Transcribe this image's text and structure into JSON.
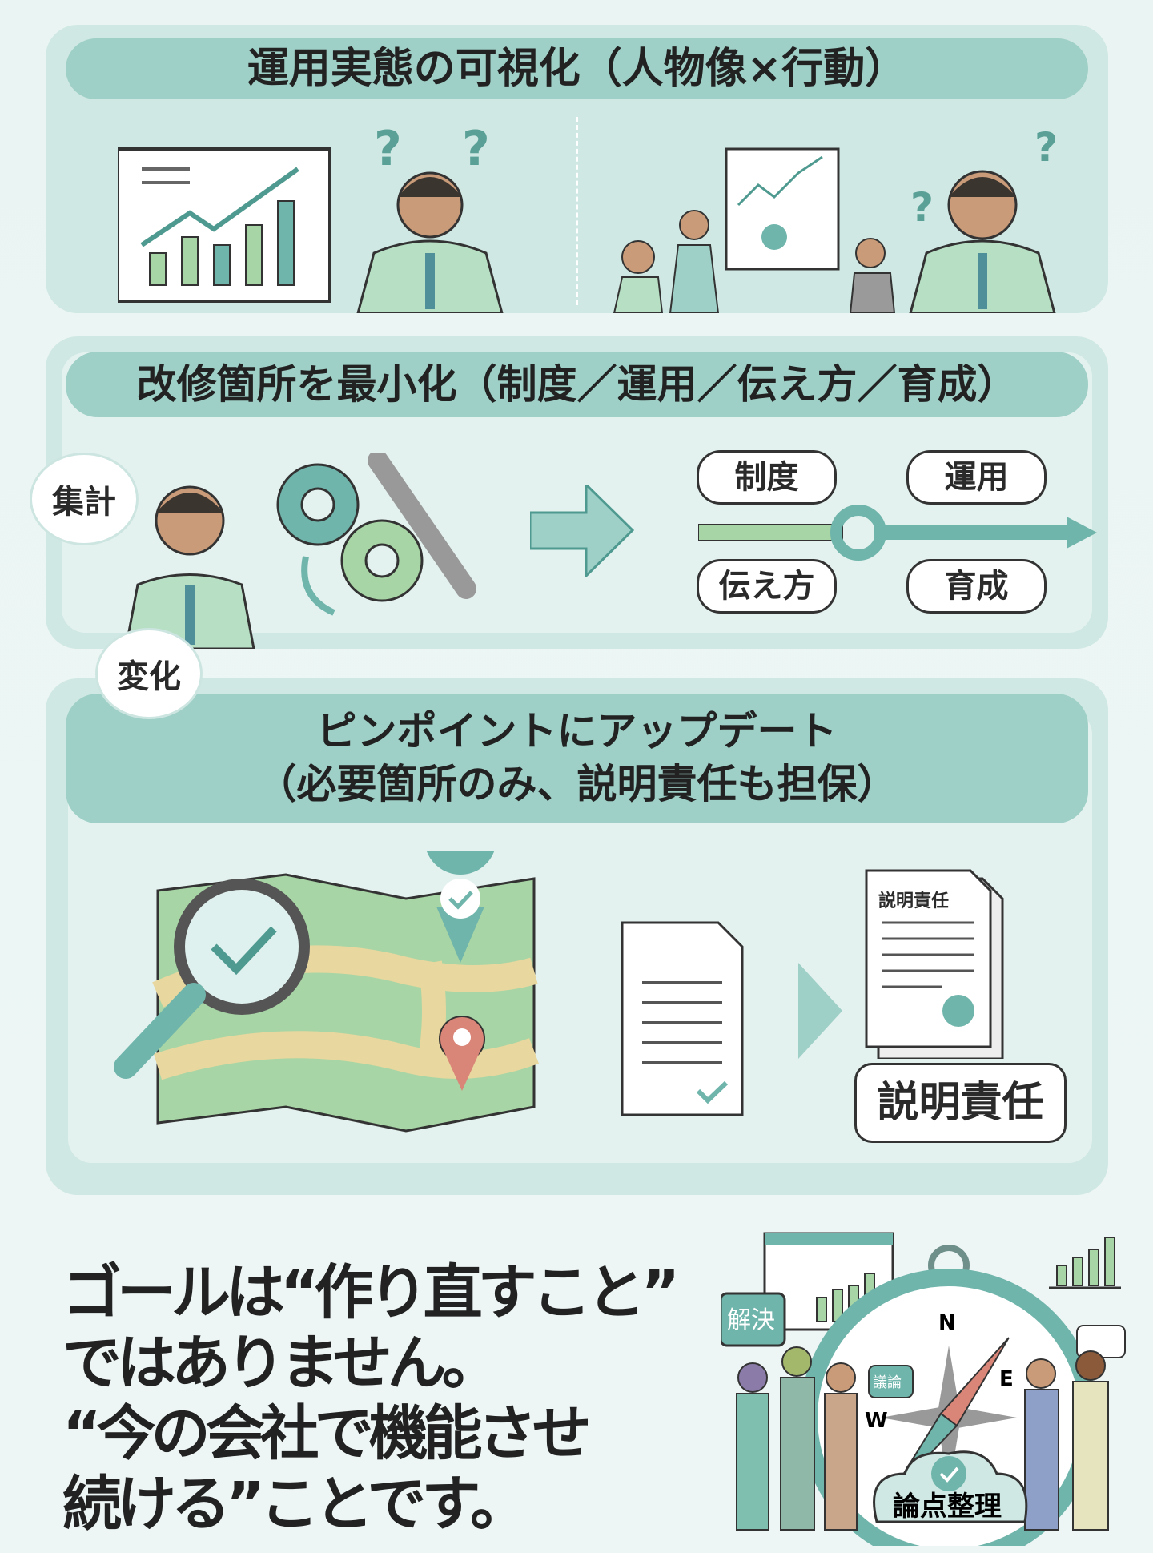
{
  "section1": {
    "title": "運用実態の可視化（人物像×行動）",
    "question_mark": "?"
  },
  "section2": {
    "title": "改修箇所を最小化（制度／運用／伝え方／育成）",
    "bubble": "集計",
    "tags": [
      "制度",
      "運用",
      "伝え方",
      "育成"
    ]
  },
  "change_bubble": "変化",
  "section3": {
    "title_line1": "ピンポイントにアップデート",
    "title_line2": "（必要箇所のみ、説明責任も担保）",
    "doc_header": "説明責任",
    "doc_label": "説明責任"
  },
  "goal": {
    "line1": "ゴールは“作り直すこと”",
    "line2": "ではありません。",
    "line3": "“今の会社で機能させ",
    "line4": "続ける”ことです。"
  },
  "illustration": {
    "speech_solve": "解決",
    "compass_bubble": "議論",
    "compass_n": "N",
    "compass_w": "W",
    "compass_e": "E",
    "cloud_label": "論点整理"
  },
  "colors": {
    "teal": "#6fb5ab",
    "panel": "#cfe8e3",
    "pill": "#9fd0c7",
    "green": "#a8d5a5",
    "sand": "#e8d79e",
    "red": "#d98577"
  }
}
